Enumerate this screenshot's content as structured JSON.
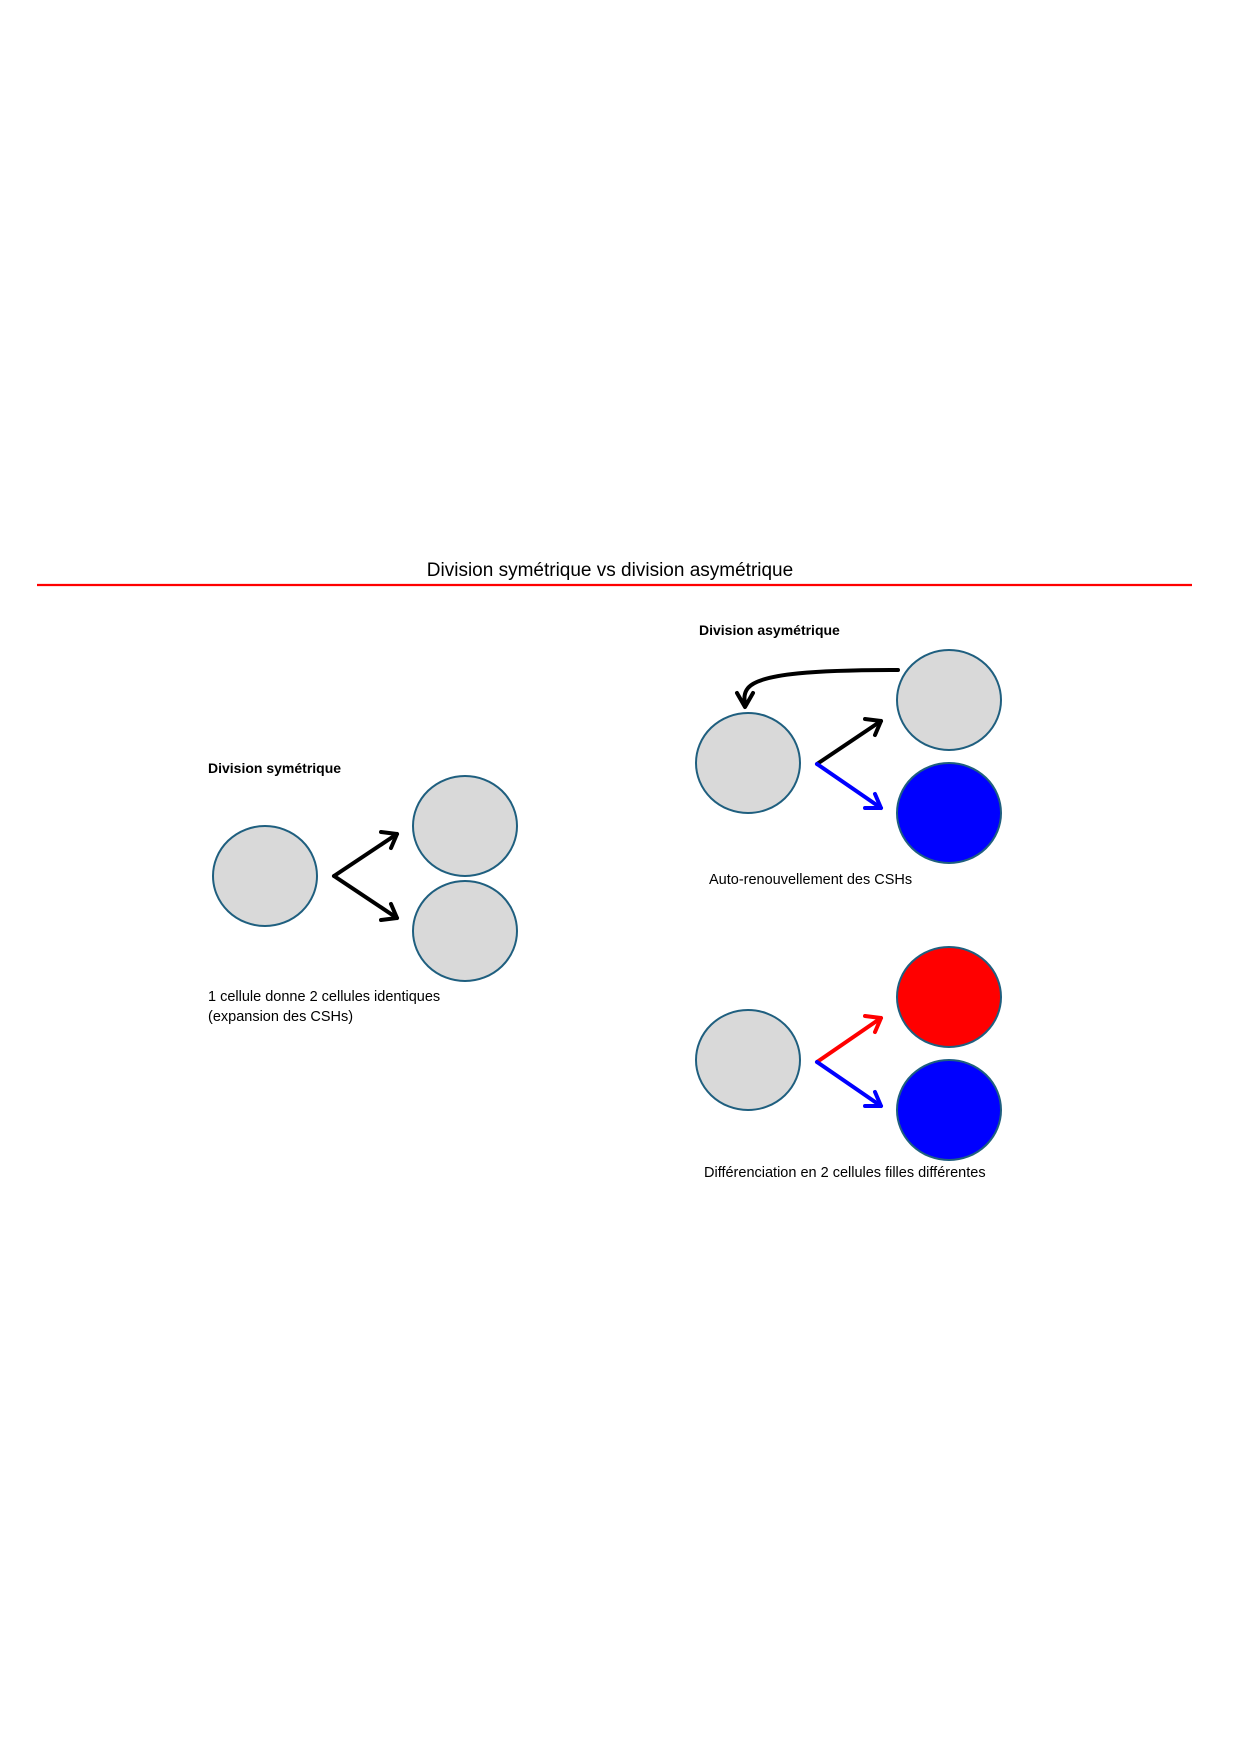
{
  "title": "Division symétrique vs division asymétrique",
  "colors": {
    "title_rule": "#ff0000",
    "cell_gray": "#d9d9d9",
    "cell_outline": "#1f5f7f",
    "cell_blue": "#0000ff",
    "cell_red": "#ff0000",
    "arrow_black": "#000000",
    "arrow_blue": "#0000ff",
    "arrow_red": "#ff0000"
  },
  "symmetric": {
    "heading": "Division symétrique",
    "caption_line1": "1 cellule donne 2 cellules identiques",
    "caption_line2": "(expansion des CSHs)",
    "mother_cell": "gray",
    "daughter_cells": [
      "gray",
      "gray"
    ],
    "arrows": [
      "black",
      "black"
    ]
  },
  "asymmetric": {
    "heading": "Division asymétrique",
    "self_renewal": {
      "caption": "Auto-renouvellement des CSHs",
      "mother_cell": "gray",
      "daughter_cells": [
        "gray",
        "blue"
      ],
      "arrows": [
        "black",
        "blue"
      ],
      "return_arrow": "black curved arrow from gray daughter back to mother"
    },
    "differentiation": {
      "caption": "Différenciation en 2 cellules filles différentes",
      "mother_cell": "gray",
      "daughter_cells": [
        "red",
        "blue"
      ],
      "arrows": [
        "red",
        "blue"
      ]
    }
  }
}
